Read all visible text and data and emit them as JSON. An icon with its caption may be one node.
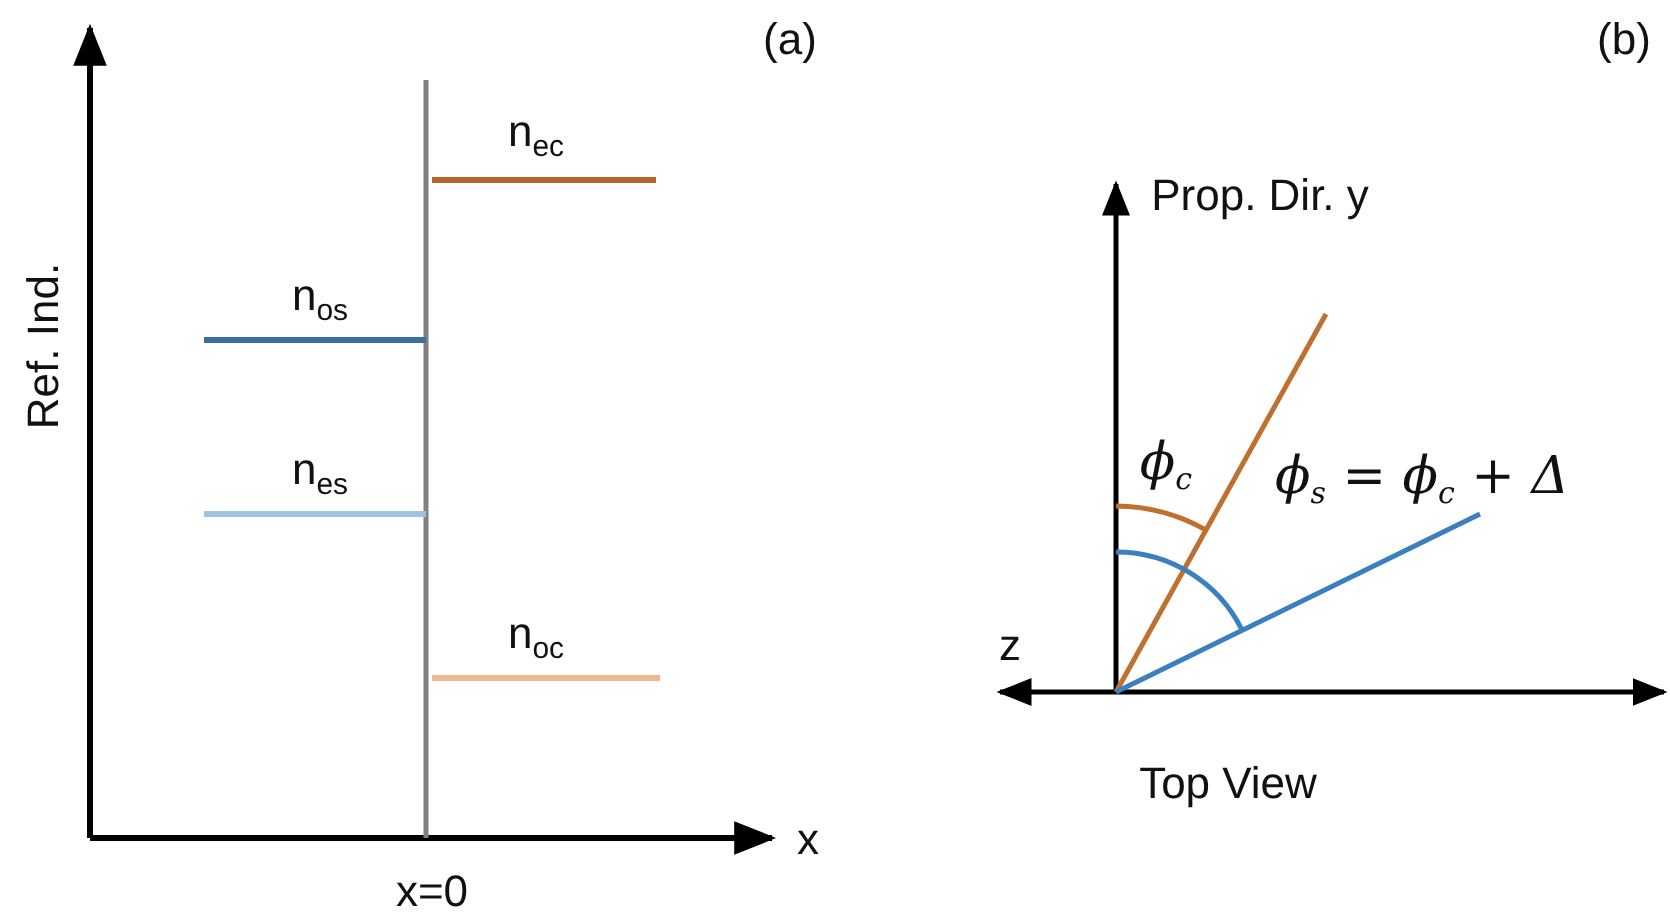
{
  "diagram": {
    "labels": [
      "(a)",
      "n$_{ec}$",
      "Ref. Ind.",
      "n$_{os}$",
      "n$_{es}$",
      "n$_{oc}$",
      "x",
      "x=0",
      "(b)",
      "Prop. Dir. y",
      "ϕ$_{c}$",
      "ϕ$_{s}$ = ϕ$_{c}$ + Δ",
      "z",
      "Top View"
    ]
  }
}
